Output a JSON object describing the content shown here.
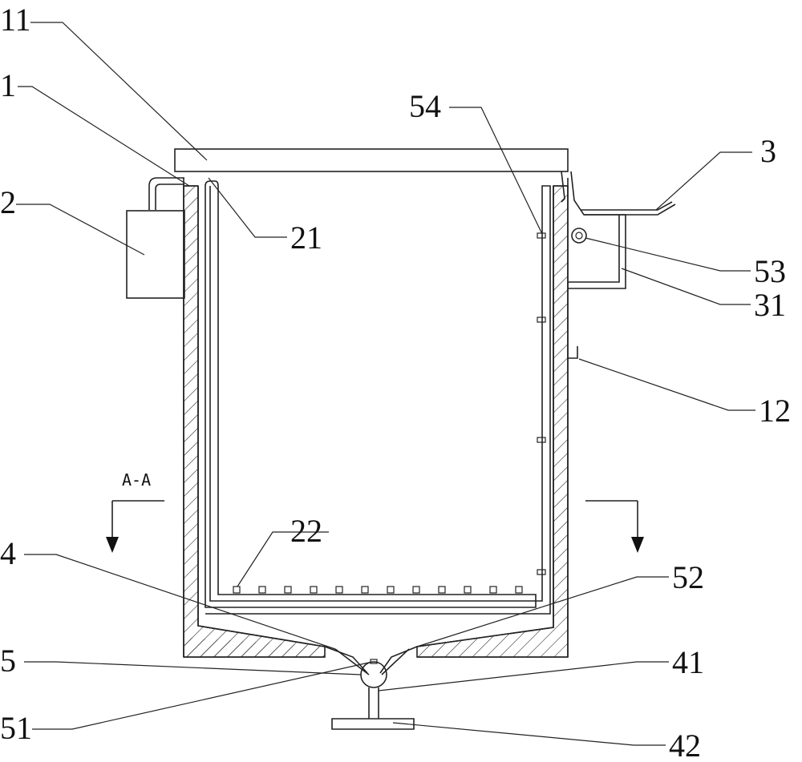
{
  "section_label": "A-A",
  "labels": {
    "l11": "11",
    "l1": "1",
    "l2": "2",
    "l21": "21",
    "l54": "54",
    "l3": "3",
    "l53": "53",
    "l31": "31",
    "l12": "12",
    "l22": "22",
    "l4": "4",
    "l52": "52",
    "l5": "5",
    "l41": "41",
    "l51": "51",
    "l42": "42"
  },
  "colors": {
    "line": "#222222",
    "background": "#ffffff"
  }
}
